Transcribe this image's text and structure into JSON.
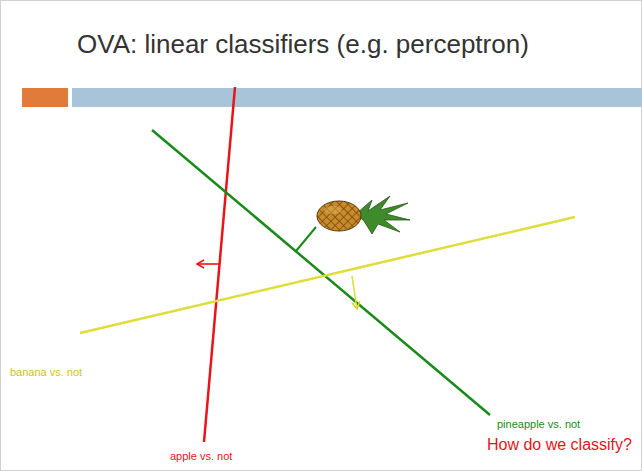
{
  "diagram": {
    "title": "OVA: linear classifiers (e.g. perceptron)",
    "labels": [
      "banana vs. not",
      "pineapple vs. not",
      "apple vs. not",
      "How do we classify?"
    ]
  }
}
